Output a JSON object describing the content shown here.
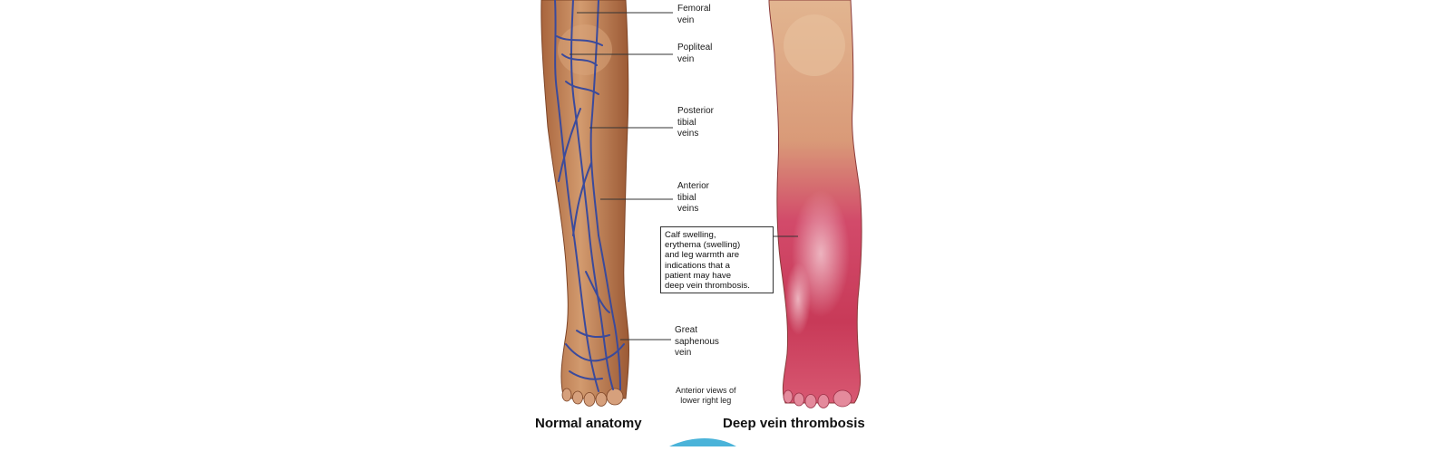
{
  "labels": {
    "femoral": "Femoral\nvein",
    "popliteal": "Popliteal\nvein",
    "posterior_tibial": "Posterior\ntibial\nveins",
    "anterior_tibial": "Anterior\ntibial\nveins",
    "great_saphenous": "Great\nsaphenous\nvein"
  },
  "note": "Calf swelling,\nerythema (swelling)\nand leg warmth are\nindications that a\npatient may have\ndeep vein thrombosis.",
  "caption": "Anterior views of\nlower right leg",
  "titles": {
    "normal": "Normal anatomy",
    "dvt": "Deep vein thrombosis"
  },
  "colors": {
    "skin": "#c9875a",
    "vein": "#3a4a9c",
    "inflamed": "#c8345a"
  }
}
